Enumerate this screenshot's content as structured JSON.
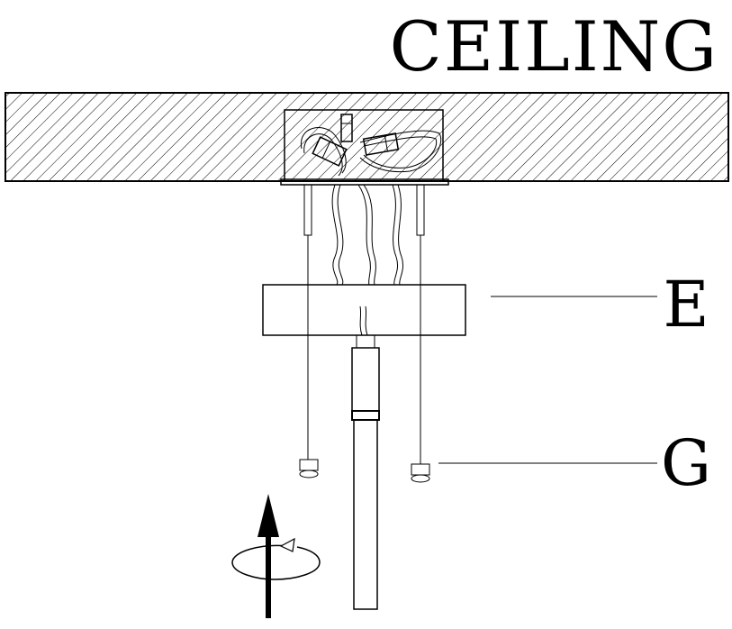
{
  "diagram": {
    "ceiling_label": "CEILING",
    "callouts": [
      {
        "id": "E",
        "label": "E"
      },
      {
        "id": "G",
        "label": "G"
      }
    ]
  },
  "colors": {
    "ink": "#000000",
    "background": "#ffffff"
  },
  "icons": {
    "rotation": "rotate-ccw-icon",
    "direction": "arrow-up-icon"
  }
}
